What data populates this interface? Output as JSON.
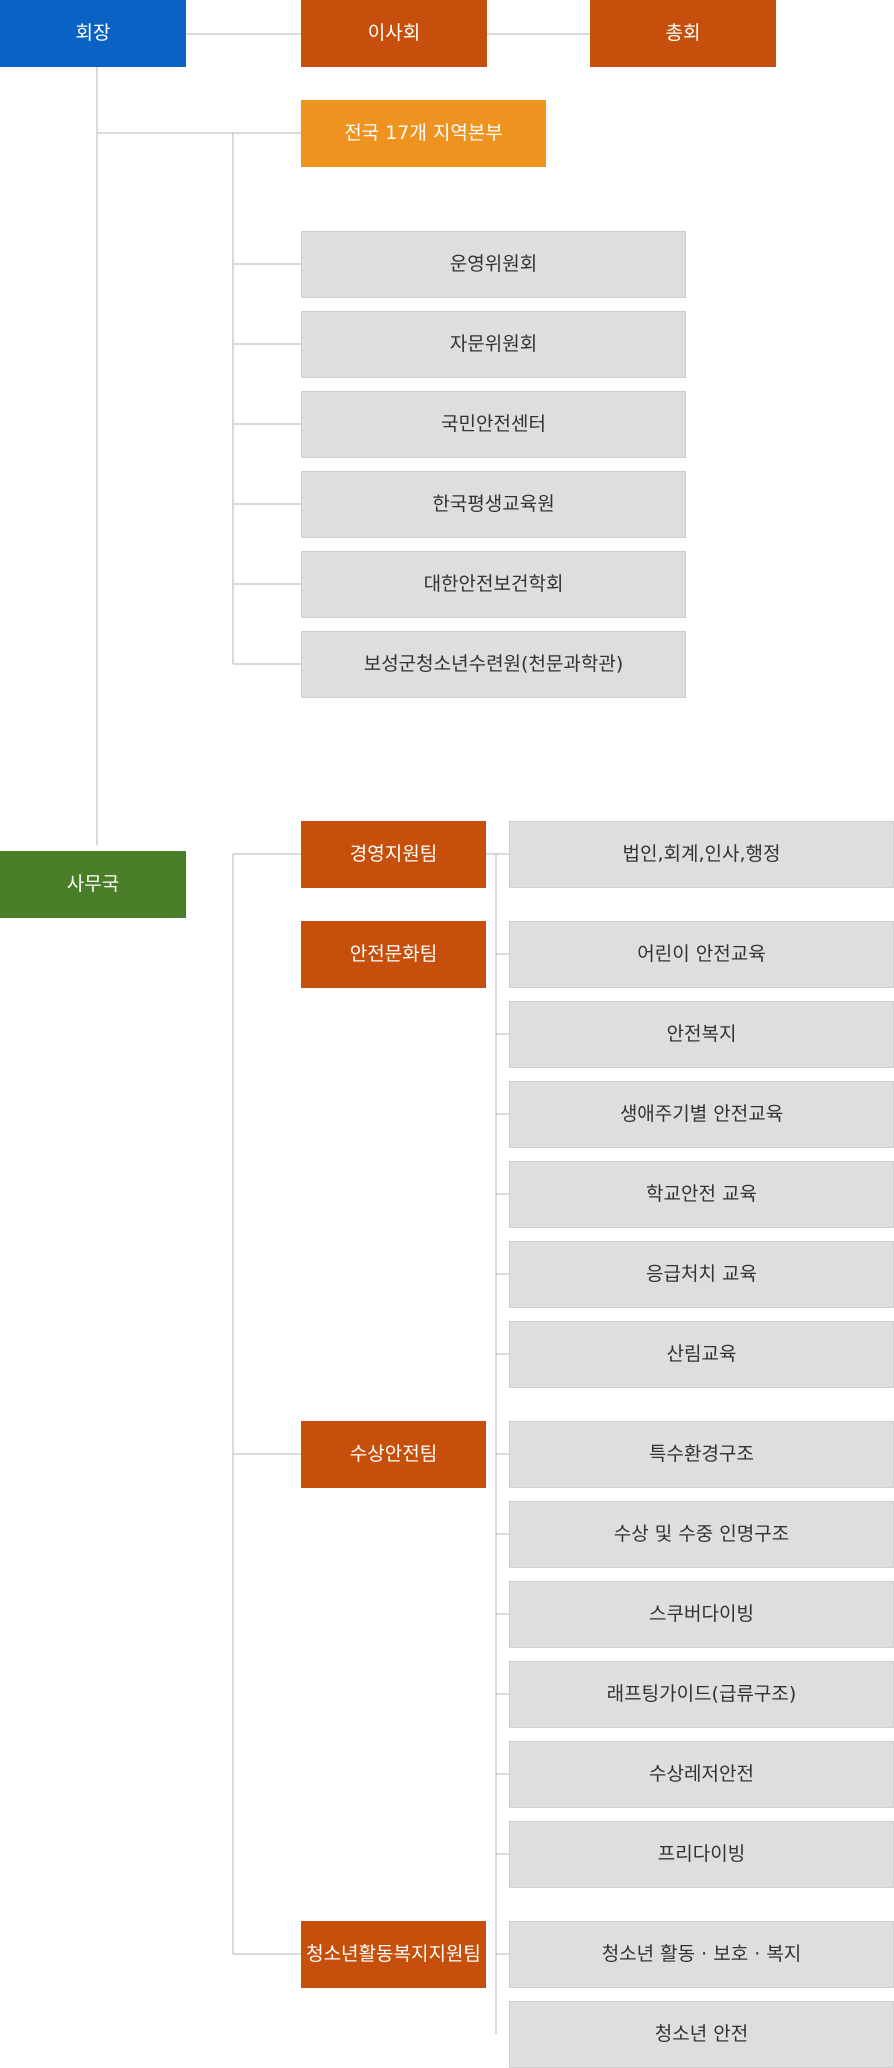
{
  "org": {
    "chairman": "회장",
    "board": "이사회",
    "general_assembly": "총회",
    "regional_hq": "전국 17개 지역본부",
    "committees": [
      "운영위원회",
      "자문위원회",
      "국민안전센터",
      "한국평생교육원",
      "대한안전보건학회",
      "보성군청소년수련원(천문과학관)"
    ],
    "secretariat": "사무국",
    "teams": [
      {
        "name": "경영지원팀",
        "duties": [
          "법인,회계,인사,행정"
        ]
      },
      {
        "name": "안전문화팀",
        "duties": [
          "어린이 안전교육",
          "안전복지",
          "생애주기별 안전교육",
          "학교안전 교육",
          "응급처치 교육",
          "산림교육"
        ]
      },
      {
        "name": "수상안전팀",
        "duties": [
          "특수환경구조",
          "수상 및 수중 인명구조",
          "스쿠버다이빙",
          "래프팅가이드(급류구조)",
          "수상레저안전",
          "프리다이빙"
        ]
      },
      {
        "name": "청소년활동복지지원팀",
        "duties": [
          "청소년 활동 · 보호 · 복지",
          "청소년 안전"
        ]
      }
    ]
  },
  "colors": {
    "chairman": "#0a63c4",
    "board": "#c6500b",
    "regional": "#ee9220",
    "secretariat": "#4a7d28",
    "team": "#c6500b",
    "gray": "#dedede",
    "line": "#b5b5b5"
  }
}
